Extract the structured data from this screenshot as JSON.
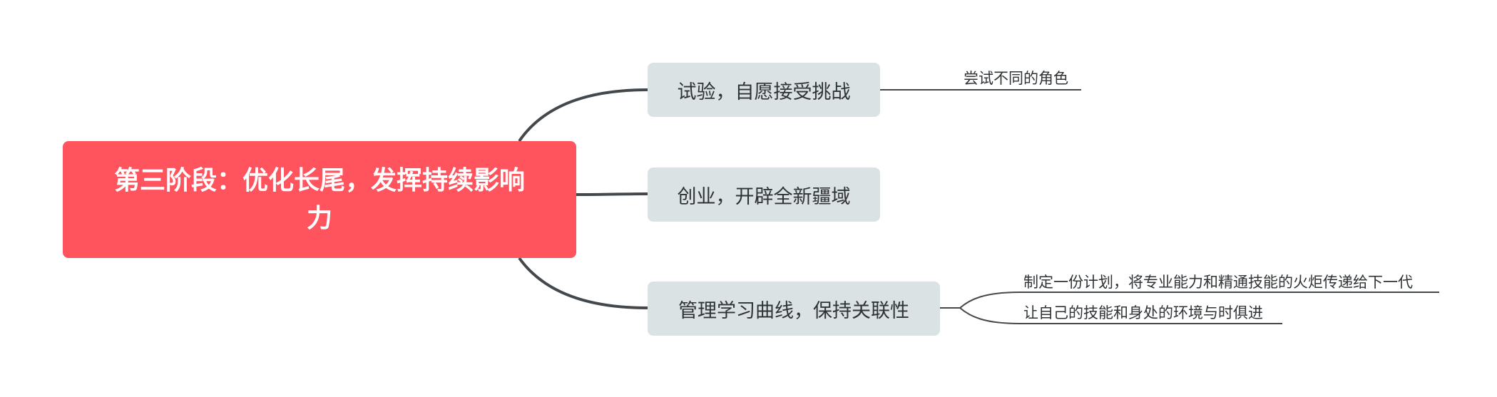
{
  "mindmap": {
    "root": {
      "text": "第三阶段：优化长尾，发挥持续影响力"
    },
    "branches": [
      {
        "text": "试验，自愿接受挑战",
        "children": [
          "尝试不同的角色"
        ]
      },
      {
        "text": "创业，开辟全新疆域",
        "children": []
      },
      {
        "text": "管理学习曲线，保持关联性",
        "children": [
          "制定一份计划，将专业能力和精通技能的火炬传递给下一代",
          "让自己的技能和身处的环境与时俱进"
        ]
      }
    ],
    "colors": {
      "root_fill": "#ff535e",
      "branch_fill": "#dbe2e4",
      "connector": "#43484d",
      "text": "#303335"
    }
  }
}
